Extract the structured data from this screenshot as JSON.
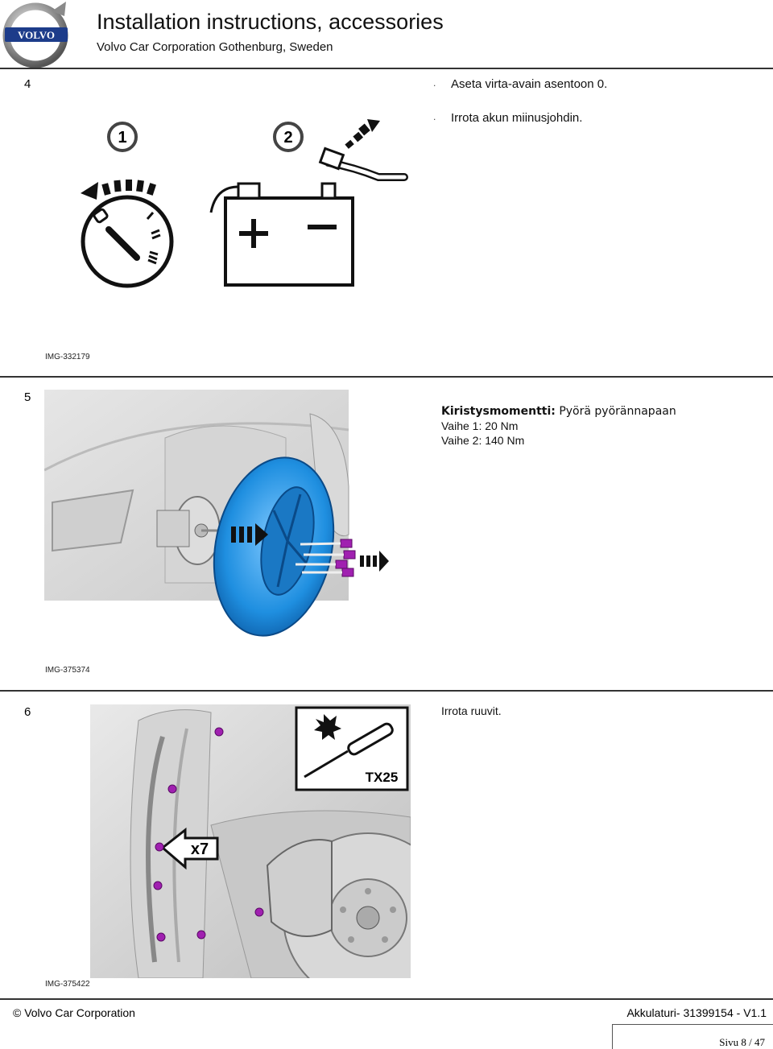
{
  "header": {
    "title": "Installation instructions, accessories",
    "subtitle": "Volvo Car Corporation Gothenburg, Sweden",
    "logo_text": "VOLVO"
  },
  "steps": [
    {
      "number": "4",
      "bullet": ".",
      "instructions": [
        "Aseta virta-avain asentoon 0.",
        "Irrota akun miinusjohdin."
      ],
      "image_caption": "IMG-332179",
      "illustration_labels": [
        "1",
        "2"
      ]
    },
    {
      "number": "5",
      "torque_label": "Kiristysmomentti:",
      "torque_text": "Pyörä pyörännapaan",
      "stage1": "Vaihe 1: 20 Nm",
      "stage2": "Vaihe 2: 140 Nm",
      "image_caption": "IMG-375374"
    },
    {
      "number": "6",
      "instruction": "Irrota ruuvit.",
      "image_caption": "IMG-375422",
      "tool_label": "TX25",
      "count_label": "x7"
    }
  ],
  "footer": {
    "left": "© Volvo Car Corporation",
    "right": "Akkulaturi- 31399154 - V1.1",
    "page": "Sivu 8 / 47"
  },
  "colors": {
    "tire_blue": "#1f8fe0",
    "bolt_purple": "#a020b0"
  }
}
